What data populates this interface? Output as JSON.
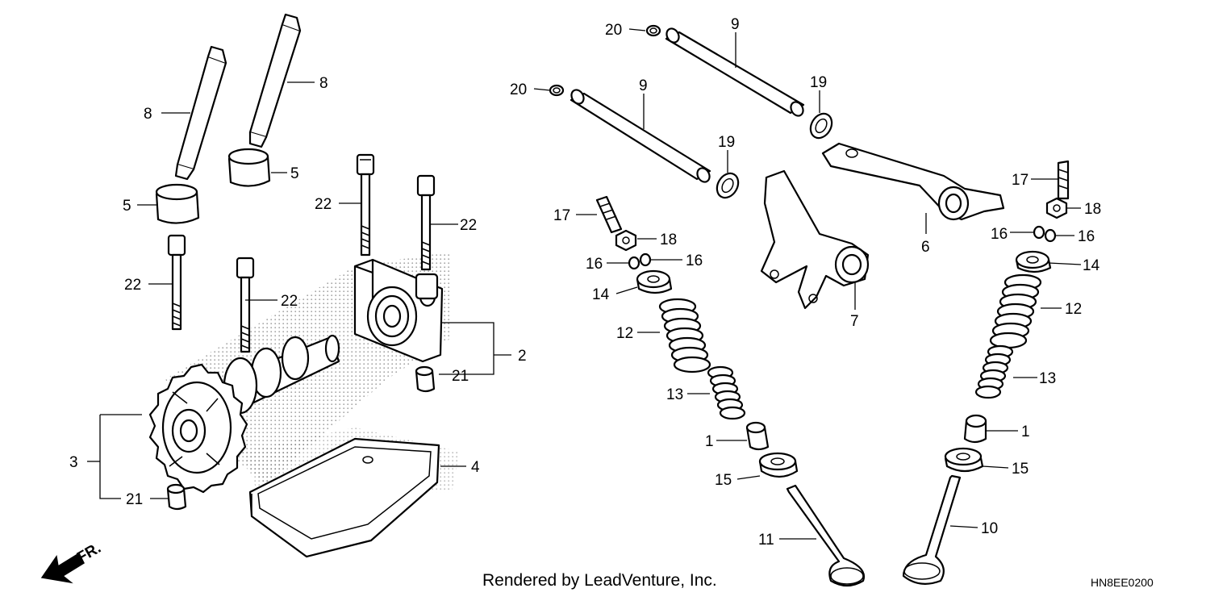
{
  "callouts": {
    "n1a": "1",
    "n1b": "1",
    "n2": "2",
    "n3": "3",
    "n4": "4",
    "n5a": "5",
    "n5b": "5",
    "n6": "6",
    "n7": "7",
    "n8a": "8",
    "n8b": "8",
    "n9a": "9",
    "n9b": "9",
    "n10": "10",
    "n11": "11",
    "n12a": "12",
    "n12b": "12",
    "n13a": "13",
    "n13b": "13",
    "n14a": "14",
    "n14b": "14",
    "n15a": "15",
    "n15b": "15",
    "n16a": "16",
    "n16b": "16",
    "n16c": "16",
    "n16d": "16",
    "n17a": "17",
    "n17b": "17",
    "n18a": "18",
    "n18b": "18",
    "n19a": "19",
    "n19b": "19",
    "n20a": "20",
    "n20b": "20",
    "n21a": "21",
    "n21b": "21",
    "n22a": "22",
    "n22b": "22",
    "n22c": "22",
    "n22d": "22"
  },
  "front_marker": "FR.",
  "credit": "Rendered by LeadVenture, Inc.",
  "diagram_code": "HN8EE0200"
}
